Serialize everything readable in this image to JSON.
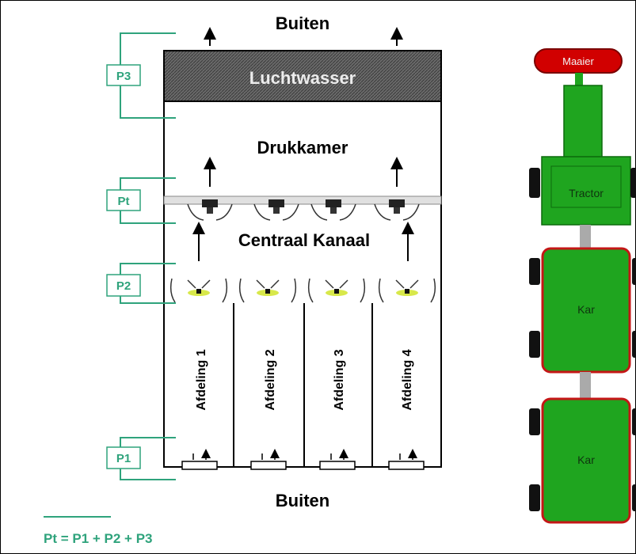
{
  "diagram": {
    "top_outside": "Buiten",
    "bottom_outside": "Buiten",
    "scrubber": "Luchtwasser",
    "pressure_chamber": "Drukkamer",
    "central_channel": "Centraal Kanaal",
    "compartments": [
      "Afdeling 1",
      "Afdeling 2",
      "Afdeling 3",
      "Afdeling 4"
    ],
    "pressure_points": {
      "p3": "P3",
      "pt": "Pt",
      "p2": "P2",
      "p1": "P1"
    },
    "formula": "Pt = P1 + P2 + P3"
  },
  "vehicle": {
    "mower": "Maaier",
    "tractor": "Tractor",
    "carts": [
      "Kar",
      "Kar"
    ]
  },
  "colors": {
    "sensor_green": "#2fa37c",
    "body_green": "#1fa51f",
    "cart_border": "#c41616",
    "mower_red": "#d10000",
    "wheel_black": "#111111",
    "scrubber_fill": "#5a5a5a",
    "fan_yellow": "#d8e84a"
  }
}
